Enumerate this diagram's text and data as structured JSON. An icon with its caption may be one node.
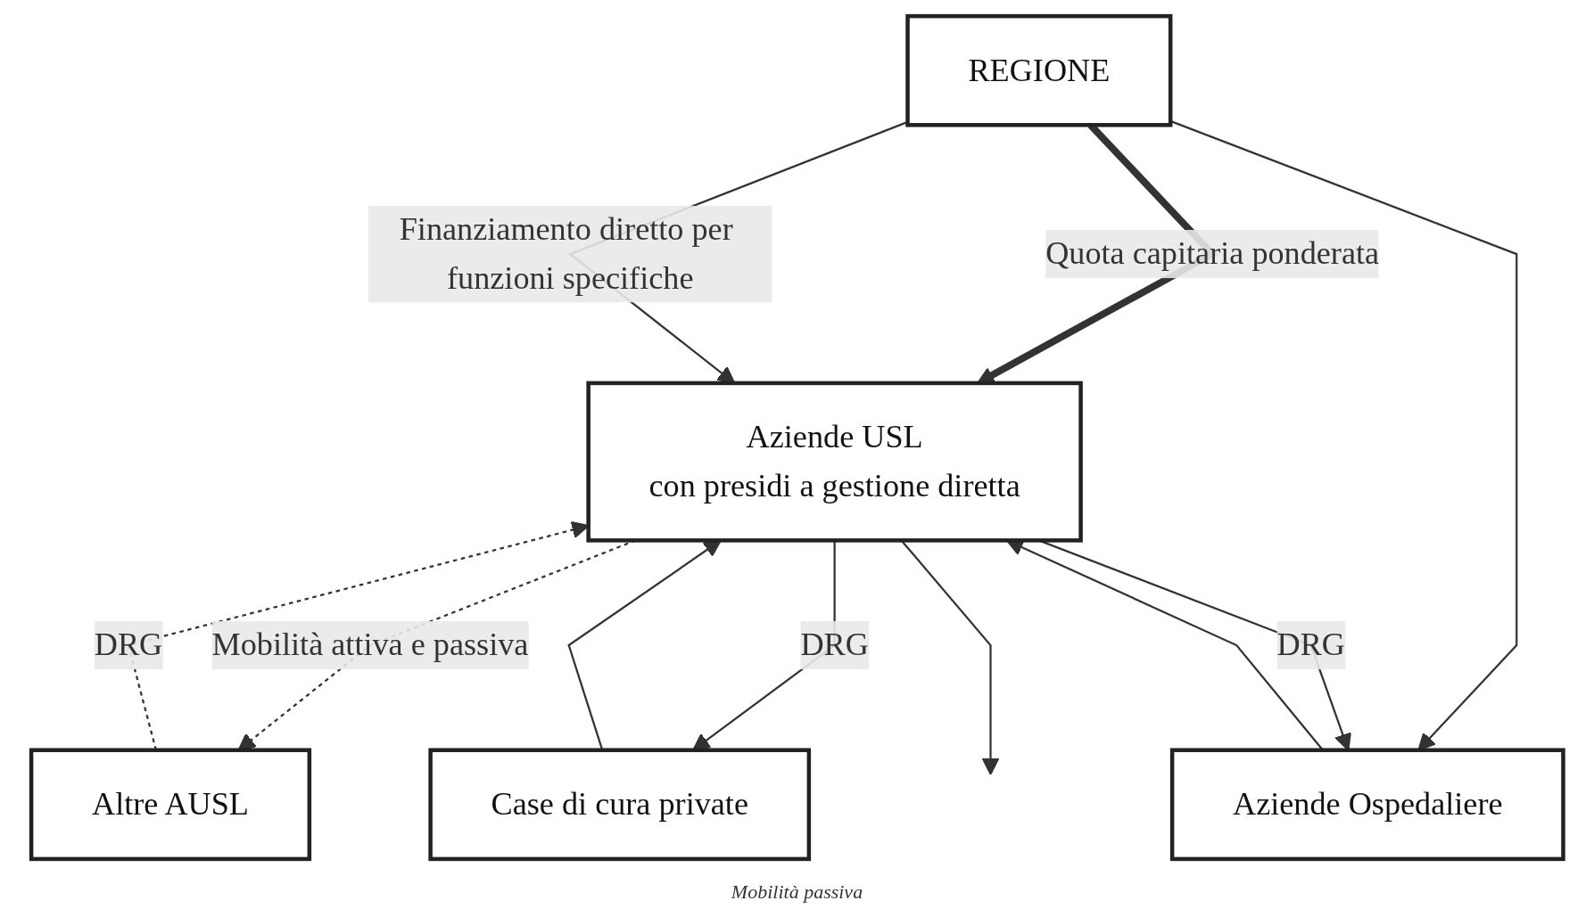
{
  "diagram": {
    "nodes": [
      {
        "text": [
          "REGIONE"
        ]
      },
      {
        "text": [
          "Altre AUSL"
        ]
      },
      {
        "text": [
          "Aziende USL",
          "con presidi a gestione diretta"
        ]
      },
      {
        "text": [
          "Case di cura private"
        ]
      },
      {
        "text": [
          "Aziende Ospedaliere"
        ]
      }
    ],
    "edges": [
      {
        "from": 0,
        "to": 2,
        "arrow": "to",
        "label": "Quota capitaria ponderata",
        "style": "thick"
      },
      {
        "from": 0,
        "to": 2,
        "arrow": "to",
        "label": "Finanziamento diretto per funzioni specifiche"
      },
      {
        "from": 0,
        "to": 4,
        "arrow": "to"
      },
      {
        "from": 1,
        "to": 2,
        "arrow": "to",
        "label": "DRG",
        "style": "dashed"
      },
      {
        "from": 2,
        "to": 1,
        "arrow": "to",
        "label": "Mobilità attiva e passiva",
        "style": "dashed"
      },
      {
        "from": 3,
        "to": 2,
        "arrow": "to"
      },
      {
        "from": 2,
        "to": 3,
        "arrow": "to",
        "label": "DRG"
      },
      {
        "from": 2,
        "to": 4,
        "arrow": "to",
        "label": "DRG"
      },
      {
        "from": 4,
        "to": 2,
        "arrow": "to"
      },
      {
        "from": 2,
        "to": null,
        "arrow": "to"
      }
    ],
    "labels": [
      "Mobilità passiva"
    ]
  }
}
